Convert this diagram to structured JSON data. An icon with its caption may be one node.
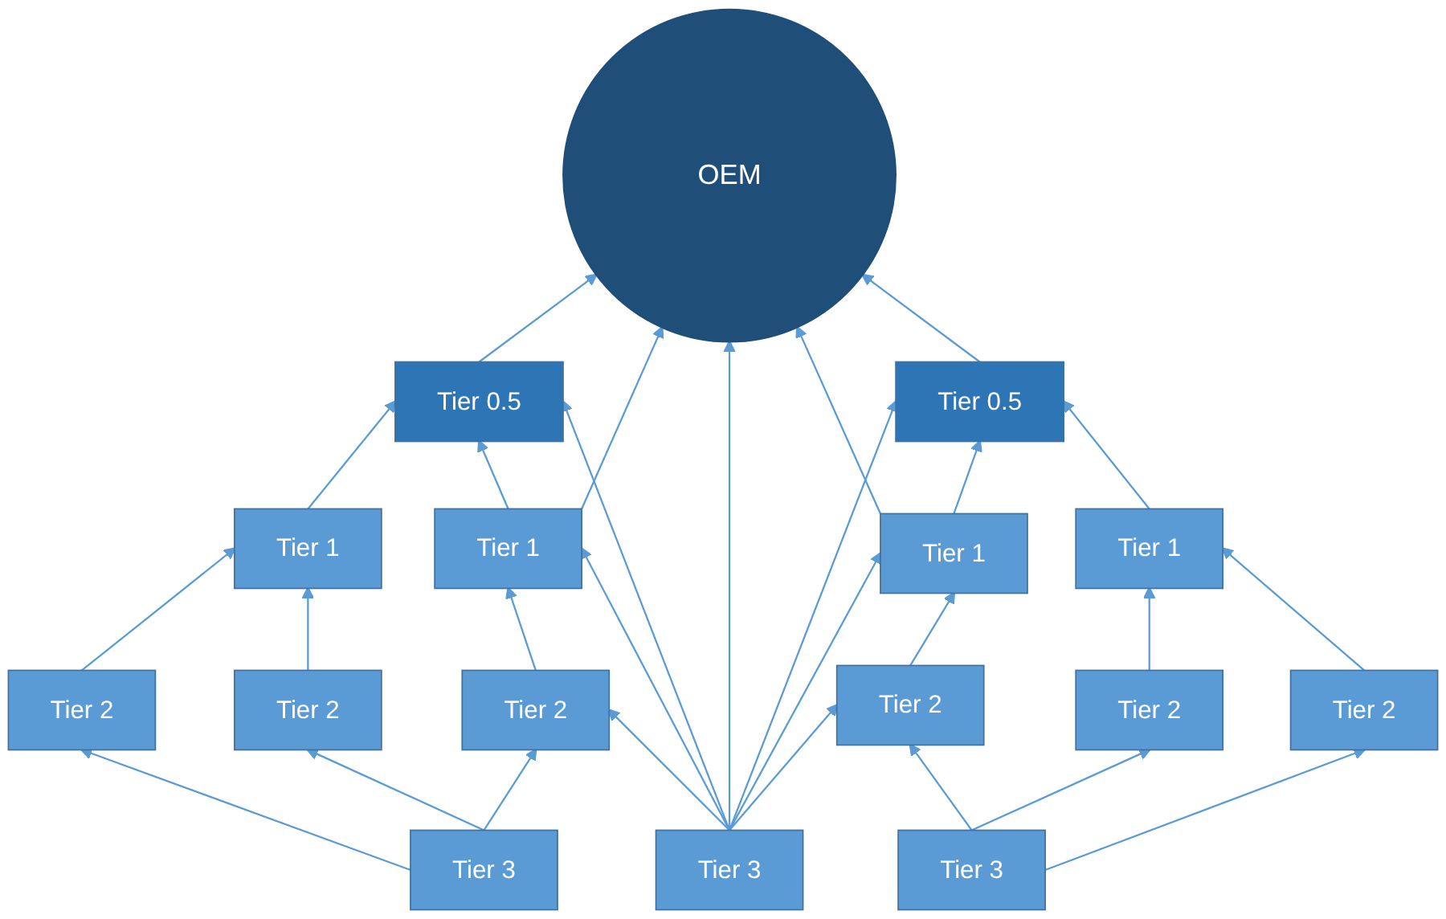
{
  "diagram": {
    "nodes": [
      {
        "text": [
          "OEM"
        ]
      },
      {
        "text": [
          "Tier 0.5"
        ]
      },
      {
        "text": [
          "Tier 0.5"
        ]
      },
      {
        "text": [
          "Tier 1"
        ]
      },
      {
        "text": [
          "Tier 1"
        ]
      },
      {
        "text": [
          "Tier 1"
        ]
      },
      {
        "text": [
          "Tier 1"
        ]
      },
      {
        "text": [
          "Tier 2"
        ]
      },
      {
        "text": [
          "Tier 2"
        ]
      },
      {
        "text": [
          "Tier 2"
        ]
      },
      {
        "text": [
          "Tier 2"
        ]
      },
      {
        "text": [
          "Tier 2"
        ]
      },
      {
        "text": [
          "Tier 2"
        ]
      },
      {
        "text": [
          "Tier 3"
        ]
      },
      {
        "text": [
          "Tier 3"
        ]
      },
      {
        "text": [
          "Tier 3"
        ]
      }
    ],
    "edges": [
      {
        "from": 1,
        "to": 0,
        "arrow": "to"
      },
      {
        "from": 2,
        "to": 0,
        "arrow": "to"
      },
      {
        "from": 3,
        "to": 1,
        "arrow": "to"
      },
      {
        "from": 4,
        "to": 1,
        "arrow": "to"
      },
      {
        "from": 4,
        "to": 0,
        "arrow": "to"
      },
      {
        "from": 5,
        "to": 0,
        "arrow": "to"
      },
      {
        "from": 5,
        "to": 2,
        "arrow": "to"
      },
      {
        "from": 6,
        "to": 2,
        "arrow": "to"
      },
      {
        "from": 7,
        "to": 3,
        "arrow": "to"
      },
      {
        "from": 8,
        "to": 3,
        "arrow": "to"
      },
      {
        "from": 9,
        "to": 4,
        "arrow": "to"
      },
      {
        "from": 10,
        "to": 5,
        "arrow": "to"
      },
      {
        "from": 11,
        "to": 6,
        "arrow": "to"
      },
      {
        "from": 12,
        "to": 6,
        "arrow": "to"
      },
      {
        "from": 13,
        "to": 7,
        "arrow": "to"
      },
      {
        "from": 13,
        "to": 8,
        "arrow": "to"
      },
      {
        "from": 13,
        "to": 9,
        "arrow": "to"
      },
      {
        "from": 14,
        "to": 9,
        "arrow": "to"
      },
      {
        "from": 14,
        "to": 4,
        "arrow": "to"
      },
      {
        "from": 14,
        "to": 1,
        "arrow": "to"
      },
      {
        "from": 14,
        "to": 0,
        "arrow": "to"
      },
      {
        "from": 14,
        "to": 2,
        "arrow": "to"
      },
      {
        "from": 14,
        "to": 5,
        "arrow": "to"
      },
      {
        "from": 14,
        "to": 10,
        "arrow": "to"
      },
      {
        "from": 15,
        "to": 10,
        "arrow": "to"
      },
      {
        "from": 15,
        "to": 11,
        "arrow": "to"
      },
      {
        "from": 15,
        "to": 12,
        "arrow": "to"
      }
    ]
  }
}
